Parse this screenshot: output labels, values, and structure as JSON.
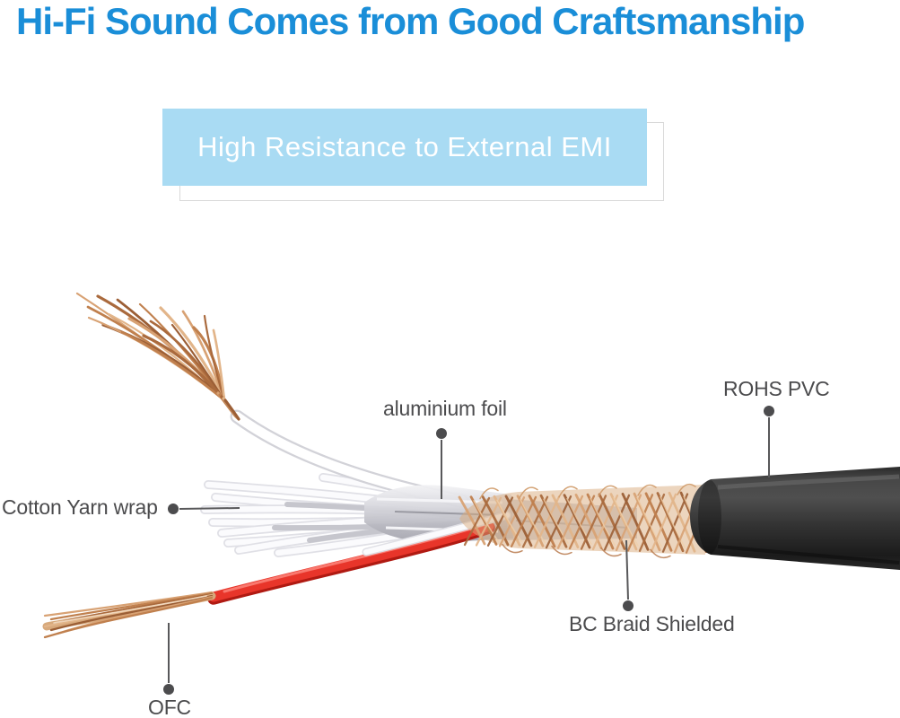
{
  "header": {
    "title": "Hi-Fi Sound Comes from Good Craftsmanship",
    "title_color": "#1a8ed8"
  },
  "banner": {
    "text": "High Resistance to External EMI",
    "bg_color": "#a9dbf3",
    "text_color": "#ffffff"
  },
  "diagram": {
    "subject": "stripped audio cable photo showing construction layers",
    "labels": [
      {
        "id": "aluminium-foil",
        "text": "aluminium foil"
      },
      {
        "id": "rohs-pvc",
        "text": "ROHS PVC"
      },
      {
        "id": "cotton-yarn-wrap",
        "text": "Cotton Yarn wrap"
      },
      {
        "id": "bc-braid-shielded",
        "text": "BC Braid Shielded"
      },
      {
        "id": "ofc",
        "text": "OFC"
      }
    ],
    "annotation_text_color": "#4b4b4d",
    "leader_line_color": "#58585a",
    "material_colors": {
      "copper": "#c98b5b",
      "aluminium_foil": "#c9c9d0",
      "pvc_jacket": "#2b2b2b",
      "red_wire": "#e8352a",
      "cotton_yarn": "#f7f7fa"
    }
  }
}
